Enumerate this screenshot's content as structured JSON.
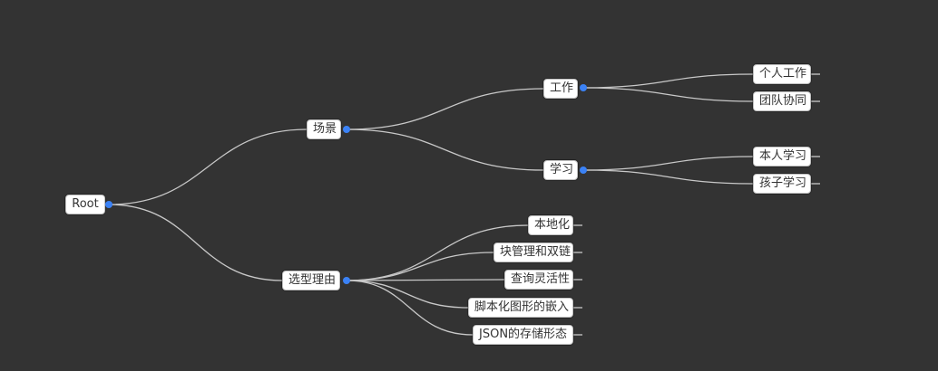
{
  "colors": {
    "background": "#333333",
    "edge": "#c8c8c8",
    "node_fill": "#ffffff",
    "collapse_dot": "#3b82f6"
  },
  "mindmap": {
    "root": "Root",
    "branches": [
      {
        "label": "场景",
        "children": [
          {
            "label": "工作",
            "children": [
              "个人工作",
              "团队协同"
            ]
          },
          {
            "label": "学习",
            "children": [
              "本人学习",
              "孩子学习"
            ]
          }
        ]
      },
      {
        "label": "选型理由",
        "children": [
          "本地化",
          "块管理和双链",
          "查询灵活性",
          "脚本化图形的嵌入",
          "JSON的存储形态"
        ]
      }
    ]
  }
}
